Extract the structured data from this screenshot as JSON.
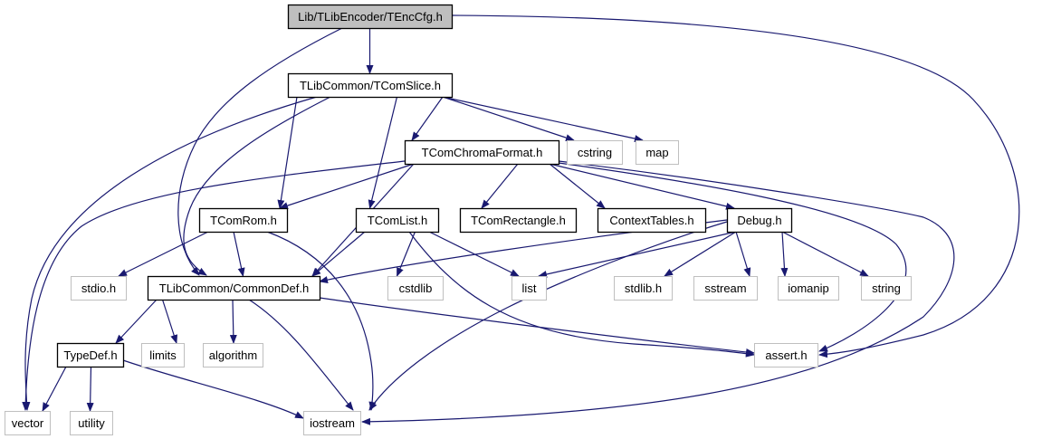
{
  "title": "Lib/TLibEncoder/TEncCfg.h include dependency graph",
  "colors": {
    "edge": "#191970",
    "root_fill": "#bfbfbf",
    "documented_border": "#000000",
    "external_border": "#bfbfbf"
  },
  "nodes": [
    {
      "id": "root",
      "label": "Lib/TLibEncoder/TEncCfg.h",
      "kind": "root"
    },
    {
      "id": "tcomslice",
      "label": "TLibCommon/TComSlice.h",
      "kind": "documented"
    },
    {
      "id": "tcomchroma",
      "label": "TComChromaFormat.h",
      "kind": "documented"
    },
    {
      "id": "cstring",
      "label": "cstring",
      "kind": "external"
    },
    {
      "id": "map",
      "label": "map",
      "kind": "external"
    },
    {
      "id": "tcomrom",
      "label": "TComRom.h",
      "kind": "documented"
    },
    {
      "id": "tcomlist",
      "label": "TComList.h",
      "kind": "documented"
    },
    {
      "id": "tcomrect",
      "label": "TComRectangle.h",
      "kind": "documented"
    },
    {
      "id": "ctxtables",
      "label": "ContextTables.h",
      "kind": "documented"
    },
    {
      "id": "debug",
      "label": "Debug.h",
      "kind": "documented"
    },
    {
      "id": "stdio",
      "label": "stdio.h",
      "kind": "external"
    },
    {
      "id": "commondef",
      "label": "TLibCommon/CommonDef.h",
      "kind": "documented"
    },
    {
      "id": "cstdlib",
      "label": "cstdlib",
      "kind": "external"
    },
    {
      "id": "list",
      "label": "list",
      "kind": "external"
    },
    {
      "id": "stdlibh",
      "label": "stdlib.h",
      "kind": "external"
    },
    {
      "id": "sstream",
      "label": "sstream",
      "kind": "external"
    },
    {
      "id": "iomanip",
      "label": "iomanip",
      "kind": "external"
    },
    {
      "id": "string",
      "label": "string",
      "kind": "external"
    },
    {
      "id": "typedef",
      "label": "TypeDef.h",
      "kind": "documented"
    },
    {
      "id": "limits",
      "label": "limits",
      "kind": "external"
    },
    {
      "id": "algorithm",
      "label": "algorithm",
      "kind": "external"
    },
    {
      "id": "asserth",
      "label": "assert.h",
      "kind": "external"
    },
    {
      "id": "vector",
      "label": "vector",
      "kind": "external"
    },
    {
      "id": "utility",
      "label": "utility",
      "kind": "external"
    },
    {
      "id": "iostream",
      "label": "iostream",
      "kind": "external"
    }
  ],
  "edges": [
    [
      "root",
      "tcomslice"
    ],
    [
      "root",
      "commondef"
    ],
    [
      "root",
      "asserth"
    ],
    [
      "tcomslice",
      "cstring"
    ],
    [
      "tcomslice",
      "map"
    ],
    [
      "tcomslice",
      "vector"
    ],
    [
      "tcomslice",
      "tcomchroma"
    ],
    [
      "tcomslice",
      "commondef"
    ],
    [
      "tcomslice",
      "tcomrom"
    ],
    [
      "tcomslice",
      "tcomlist"
    ],
    [
      "tcomchroma",
      "commondef"
    ],
    [
      "tcomchroma",
      "tcomrom"
    ],
    [
      "tcomchroma",
      "tcomrect"
    ],
    [
      "tcomchroma",
      "ctxtables"
    ],
    [
      "tcomchroma",
      "debug"
    ],
    [
      "tcomchroma",
      "vector"
    ],
    [
      "tcomchroma",
      "asserth"
    ],
    [
      "tcomchroma",
      "iostream"
    ],
    [
      "tcomrom",
      "stdio"
    ],
    [
      "tcomrom",
      "commondef"
    ],
    [
      "tcomrom",
      "iostream"
    ],
    [
      "tcomlist",
      "commondef"
    ],
    [
      "tcomlist",
      "cstdlib"
    ],
    [
      "tcomlist",
      "list"
    ],
    [
      "tcomlist",
      "asserth"
    ],
    [
      "debug",
      "commondef"
    ],
    [
      "debug",
      "list"
    ],
    [
      "debug",
      "stdlibh"
    ],
    [
      "debug",
      "sstream"
    ],
    [
      "debug",
      "iomanip"
    ],
    [
      "debug",
      "string"
    ],
    [
      "debug",
      "iostream"
    ],
    [
      "commondef",
      "typedef"
    ],
    [
      "commondef",
      "limits"
    ],
    [
      "commondef",
      "algorithm"
    ],
    [
      "commondef",
      "iostream"
    ],
    [
      "commondef",
      "asserth"
    ],
    [
      "typedef",
      "vector"
    ],
    [
      "typedef",
      "utility"
    ],
    [
      "typedef",
      "iostream"
    ]
  ]
}
